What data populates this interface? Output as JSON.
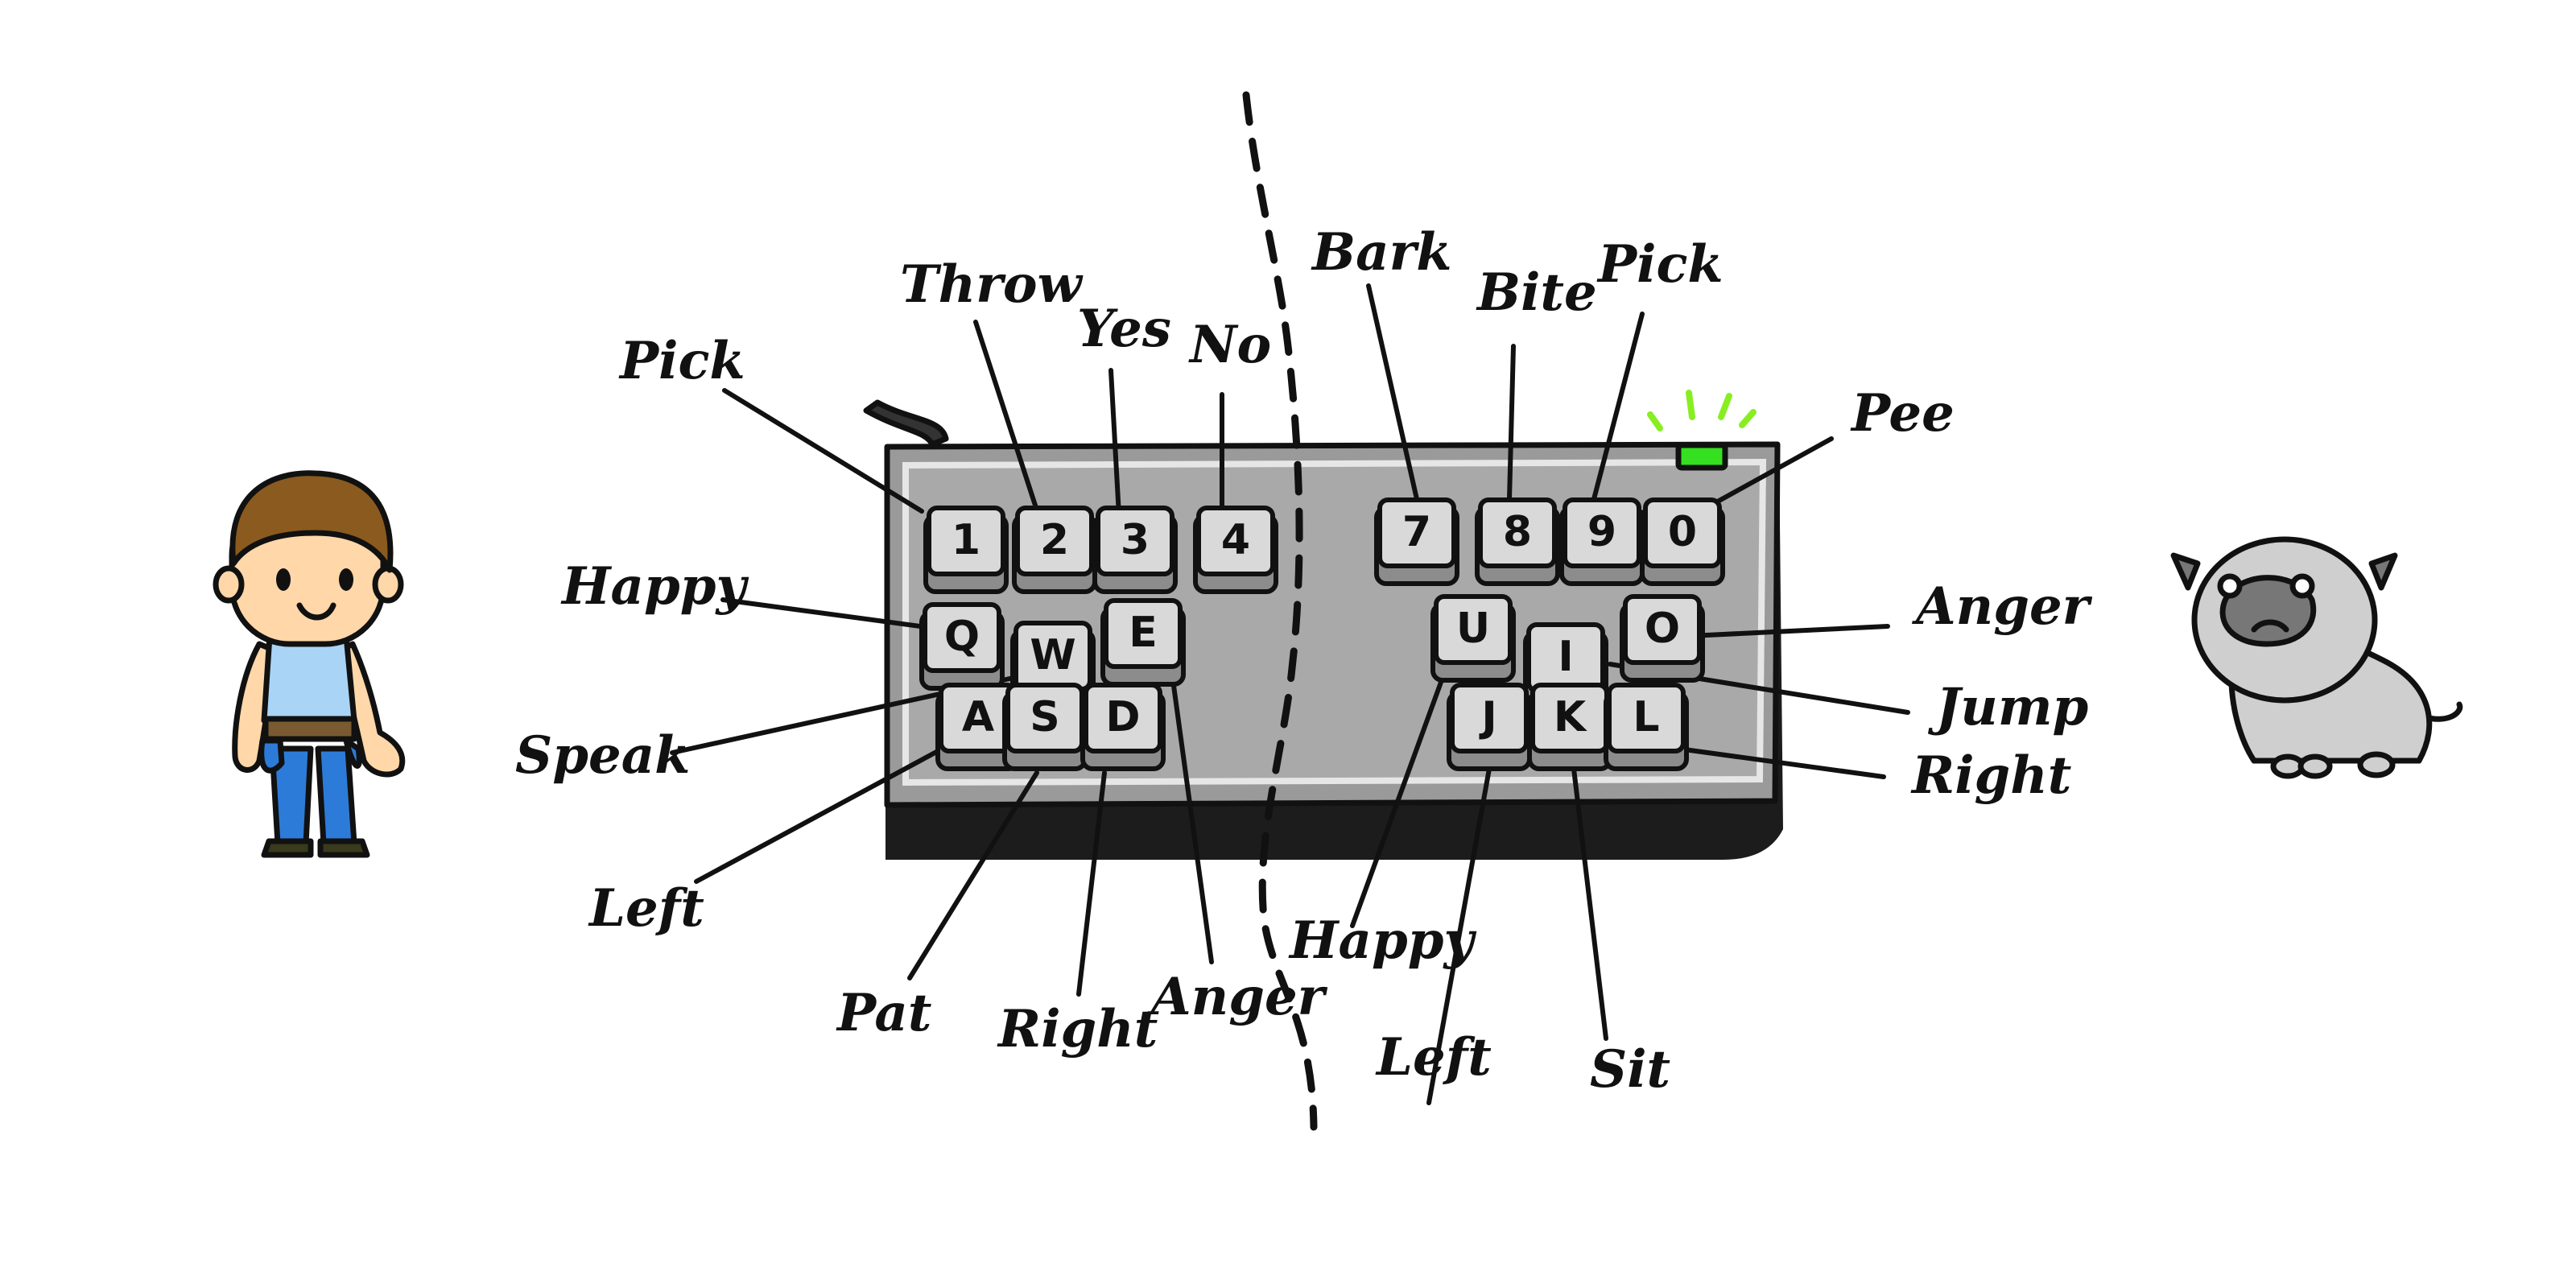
{
  "colors": {
    "keyboard_body": "#9a9a9a",
    "keyboard_top": "#a9a9a9",
    "key_face": "#d9d9d9",
    "key_side": "#8c8c8c",
    "led": "#35e020",
    "led_glow": "#88ee22",
    "boy_skin": "#ffd7a8",
    "boy_hair": "#8b5a1f",
    "boy_shirt": "#a9d4f5",
    "boy_pants": "#2d7bd8",
    "dog_body": "#cfcfcf",
    "dog_dark": "#777777"
  },
  "figures": {
    "left_character": "boy-icon",
    "right_character": "pug-icon"
  },
  "left_keys": [
    {
      "key": "1",
      "action": "Pick"
    },
    {
      "key": "2",
      "action": "Throw"
    },
    {
      "key": "3",
      "action": "Yes"
    },
    {
      "key": "4",
      "action": "No"
    },
    {
      "key": "Q",
      "action": "Happy"
    },
    {
      "key": "W",
      "action": "Speak"
    },
    {
      "key": "E",
      "action": "Anger"
    },
    {
      "key": "A",
      "action": "Left"
    },
    {
      "key": "S",
      "action": "Pat"
    },
    {
      "key": "D",
      "action": "Right"
    }
  ],
  "right_keys": [
    {
      "key": "7",
      "action": "Bark"
    },
    {
      "key": "8",
      "action": "Bite"
    },
    {
      "key": "9",
      "action": "Pick"
    },
    {
      "key": "0",
      "action": "Pee"
    },
    {
      "key": "U",
      "action": "Happy"
    },
    {
      "key": "I",
      "action": "Jump"
    },
    {
      "key": "O",
      "action": "Anger"
    },
    {
      "key": "J",
      "action": "Left"
    },
    {
      "key": "K",
      "action": "Sit"
    },
    {
      "key": "L",
      "action": "Right"
    }
  ]
}
